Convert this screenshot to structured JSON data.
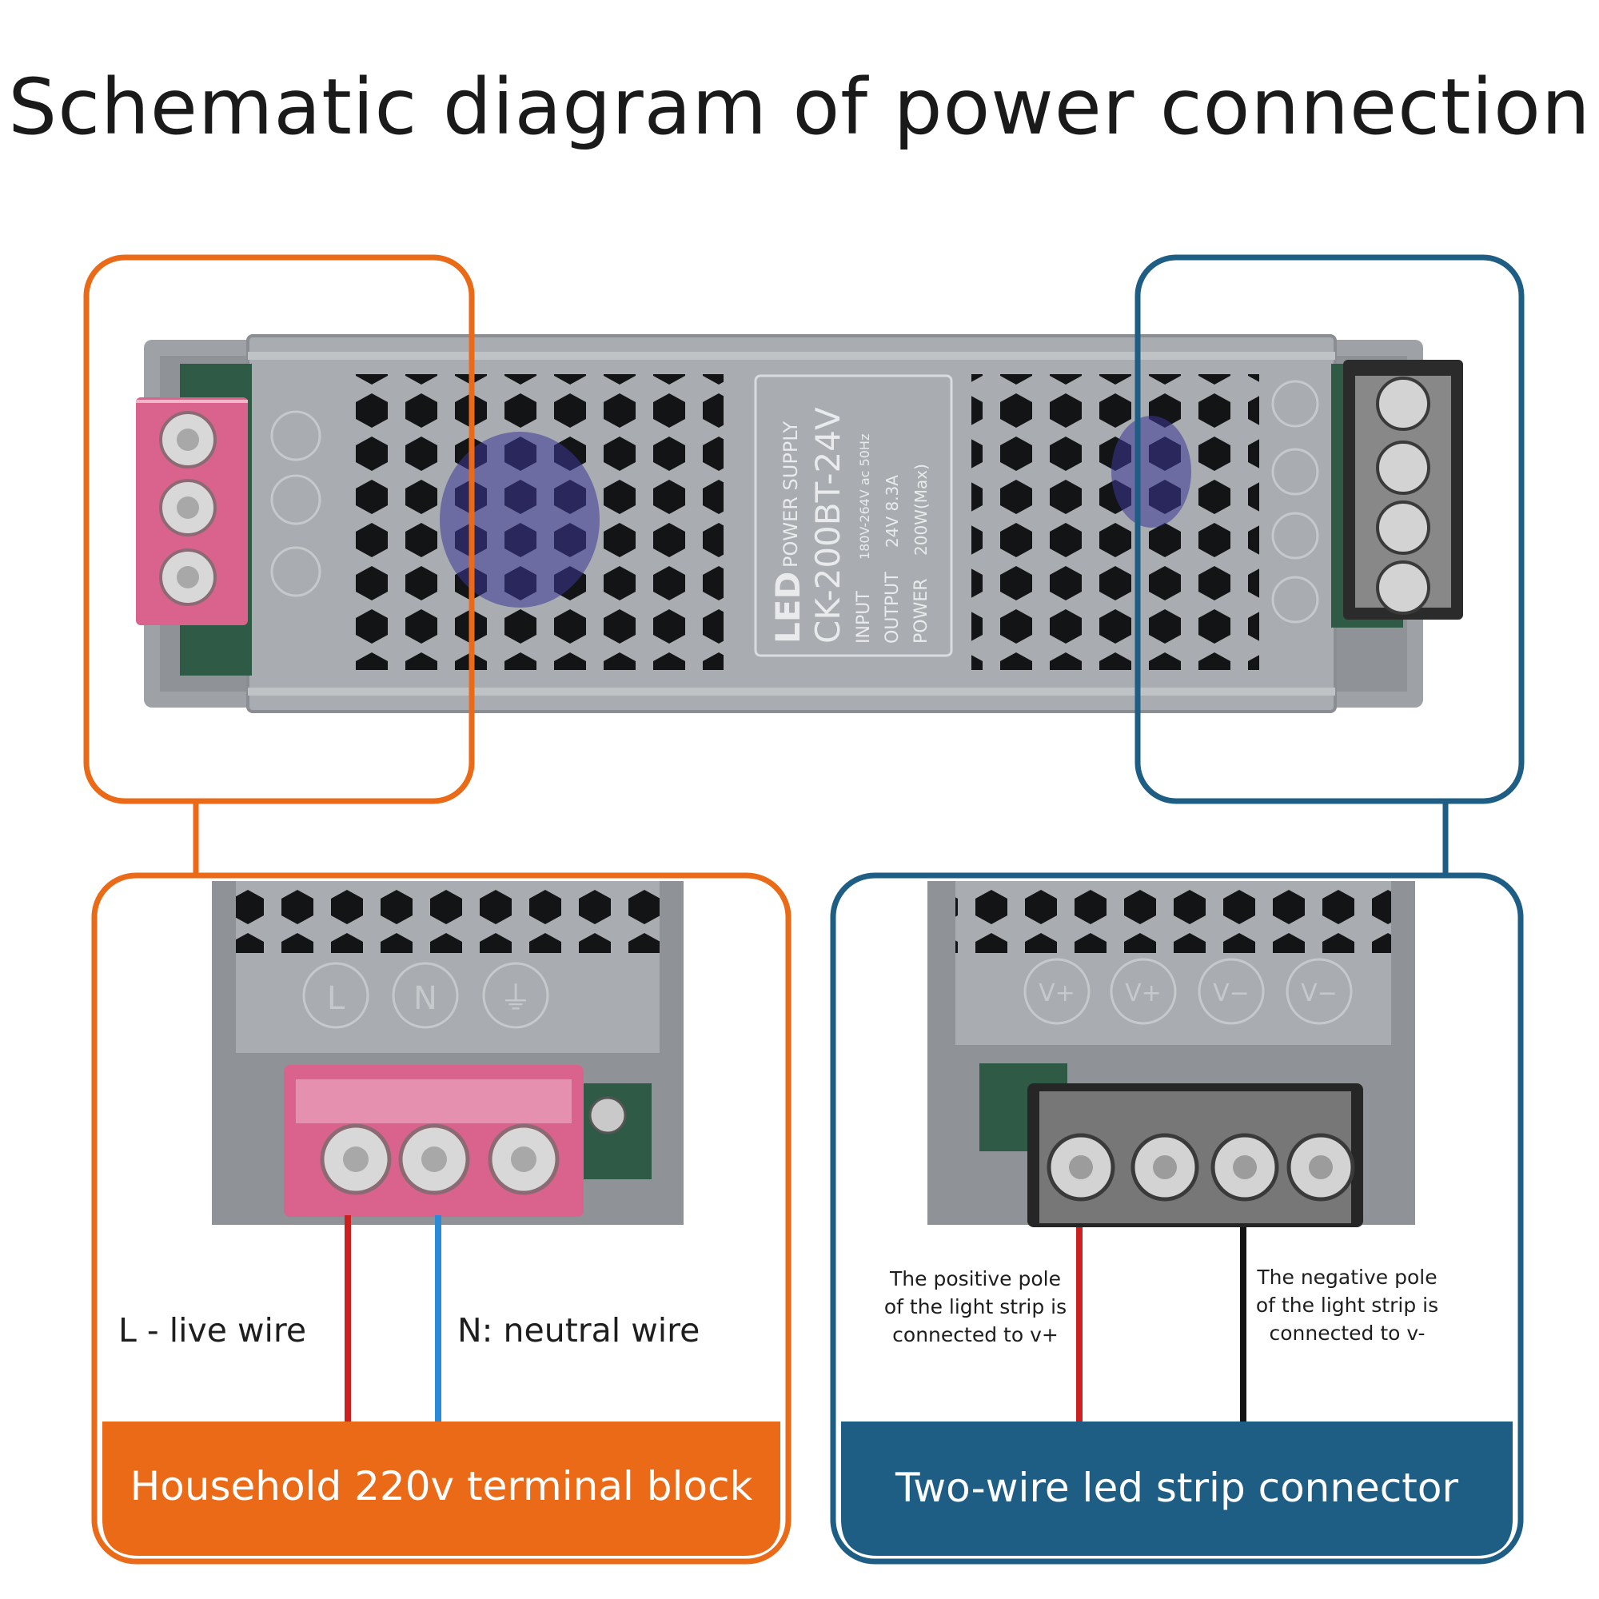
{
  "title": "Schematic diagram of power connection",
  "colors": {
    "orange": "#ea6a17",
    "blue": "#1e5d84",
    "casing": "#a5a9ad",
    "terminal_red": "#d9638c",
    "wire_live": "#cc1f1f",
    "wire_neutral": "#2a8ad6",
    "wire_negative": "#141414"
  },
  "label_plate": {
    "logo": "LED",
    "brand": "POWER SUPPLY",
    "model": "CK-200BT-24V",
    "input_label": "INPUT",
    "input_value": "180V-264V ac 50Hz",
    "output_label": "OUTPUT",
    "output_value": "24V 8.3A",
    "power_label": "POWER",
    "power_value": "200W(Max)"
  },
  "input_terminals": [
    "L",
    "N",
    "⏚"
  ],
  "output_terminals": [
    "V+",
    "V+",
    "V−",
    "V−"
  ],
  "left_panel": {
    "live_label": "L - live wire",
    "neutral_label": "N: neutral wire",
    "banner": "Household 220v terminal block"
  },
  "right_panel": {
    "positive_note": "The positive pole of the light strip is connected to v+",
    "negative_note": "The negative pole of the light strip is connected to v-",
    "banner": "Two-wire led strip connector"
  }
}
